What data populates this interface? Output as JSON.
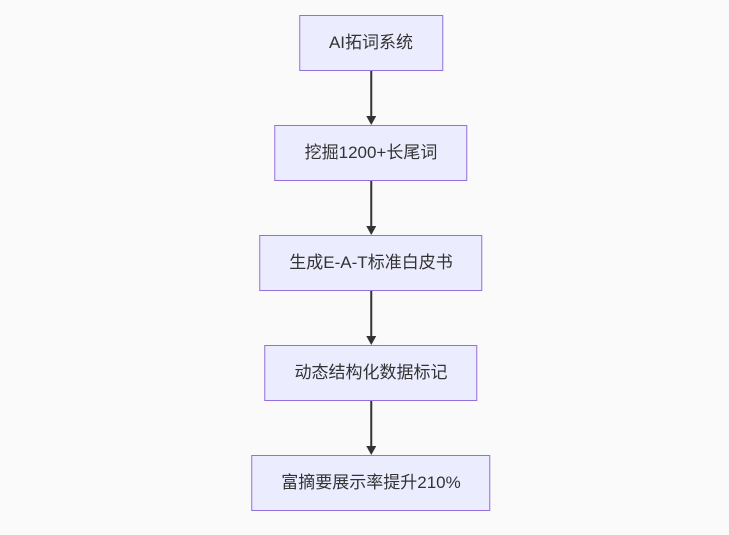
{
  "flowchart": {
    "type": "flowchart",
    "direction": "top-down",
    "nodes": [
      {
        "label": "AI拓词系统"
      },
      {
        "label": "挖掘1200+长尾词"
      },
      {
        "label": "生成E-A-T标准白皮书"
      },
      {
        "label": "动态结构化数据标记"
      },
      {
        "label": "富摘要展示率提升210%"
      }
    ],
    "edges": [
      {
        "from": 0,
        "to": 1,
        "style": "arrow-down"
      },
      {
        "from": 1,
        "to": 2,
        "style": "arrow-down"
      },
      {
        "from": 2,
        "to": 3,
        "style": "arrow-down"
      },
      {
        "from": 3,
        "to": 4,
        "style": "arrow-down"
      }
    ],
    "colors": {
      "node_fill": "#ECECFF",
      "node_border": "#9370DB",
      "node_text": "#333333",
      "arrow": "#333333",
      "background": "#FAFAFA"
    }
  }
}
